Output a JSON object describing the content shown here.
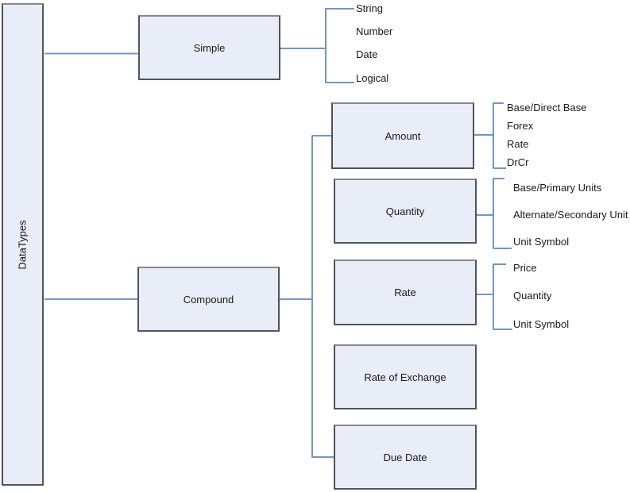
{
  "colors": {
    "box_fill": "#E8EDF7",
    "box_border": "#505459",
    "box_border_top": "#85888C",
    "connector": "#7495C6",
    "text": "#1A1A1A"
  },
  "root": {
    "label": "DataTypes"
  },
  "categories": {
    "simple": {
      "label": "Simple",
      "children": [
        "String",
        "Number",
        "Date",
        "Logical"
      ]
    },
    "compound": {
      "label": "Compound",
      "children": {
        "amount": {
          "label": "Amount",
          "children": [
            "Base/Direct Base",
            "Forex",
            "Rate",
            "DrCr"
          ]
        },
        "quantity": {
          "label": "Quantity",
          "children": [
            "Base/Primary Units",
            "Alternate/Secondary Unit",
            "Unit Symbol"
          ]
        },
        "rate": {
          "label": "Rate",
          "children": [
            "Price",
            "Quantity",
            "Unit Symbol"
          ]
        },
        "rate_of_exchange": {
          "label": "Rate of Exchange"
        },
        "due_date": {
          "label": "Due Date"
        }
      }
    }
  }
}
